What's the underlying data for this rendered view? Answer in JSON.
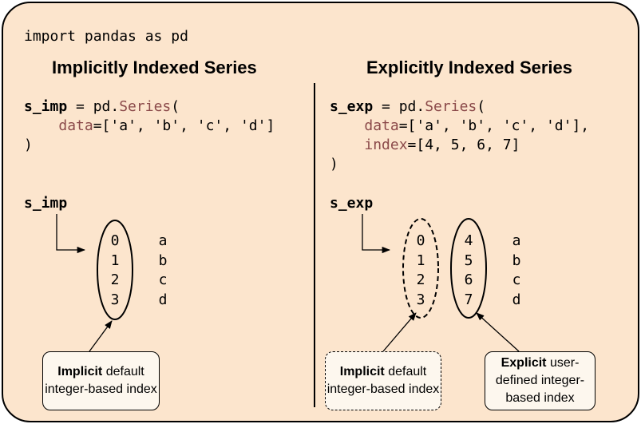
{
  "import_line": "import pandas as pd",
  "left": {
    "heading": "Implicitly Indexed Series",
    "code": {
      "var": "s_imp",
      "assign": " = pd.",
      "fn": "Series",
      "open": "(",
      "data_kw": "data",
      "data_val": "=['a', 'b', 'c', 'd']",
      "close": ")"
    },
    "var_label": "s_imp",
    "implicit_index": [
      "0",
      "1",
      "2",
      "3"
    ],
    "values": [
      "a",
      "b",
      "c",
      "d"
    ],
    "callout": {
      "bold": "Implicit",
      "rest": " default integer-based index"
    }
  },
  "right": {
    "heading": "Explicitly Indexed Series",
    "code": {
      "var": "s_exp",
      "assign": " = pd.",
      "fn": "Series",
      "open": "(",
      "data_kw": "data",
      "data_val": "=['a', 'b', 'c', 'd'],",
      "index_kw": "index",
      "index_val": "=[4, 5, 6, 7]",
      "close": ")"
    },
    "var_label": "s_exp",
    "implicit_index": [
      "0",
      "1",
      "2",
      "3"
    ],
    "explicit_index": [
      "4",
      "5",
      "6",
      "7"
    ],
    "values": [
      "a",
      "b",
      "c",
      "d"
    ],
    "callout_implicit": {
      "bold": "Implicit",
      "rest": " default integer-based index"
    },
    "callout_explicit": {
      "bold": "Explicit",
      "rest": " user-defined integer-based index"
    }
  }
}
